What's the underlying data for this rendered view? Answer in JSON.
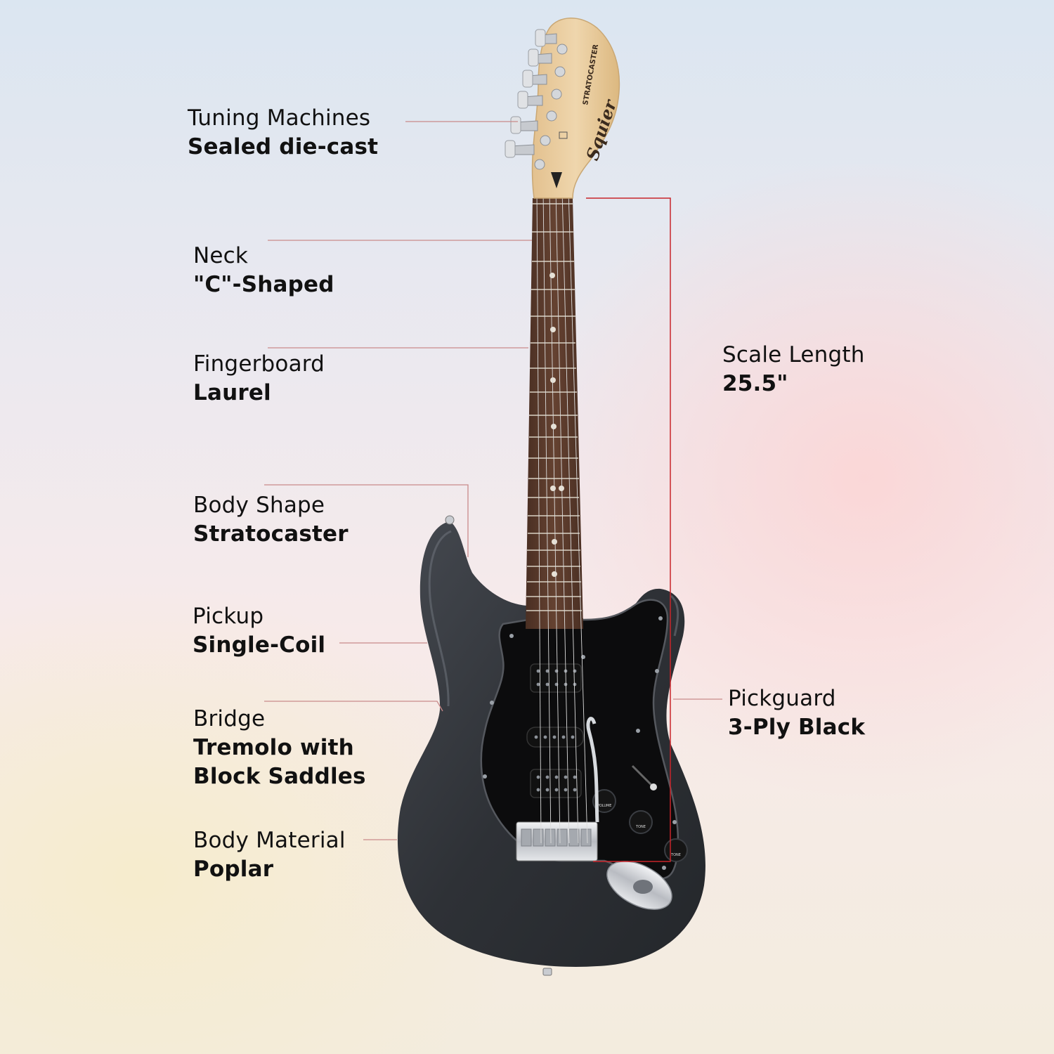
{
  "annotations": [
    {
      "id": "tuning-machines",
      "title": "Tuning Machines",
      "value": "Sealed die-cast"
    },
    {
      "id": "neck",
      "title": "Neck",
      "value": "\"C\"-Shaped"
    },
    {
      "id": "fingerboard",
      "title": "Fingerboard",
      "value": "Laurel"
    },
    {
      "id": "body-shape",
      "title": "Body Shape",
      "value": "Stratocaster"
    },
    {
      "id": "pickup",
      "title": "Pickup",
      "value": "Single-Coil"
    },
    {
      "id": "bridge",
      "title": "Bridge",
      "value_lines": [
        "Tremolo with",
        "Block Saddles"
      ]
    },
    {
      "id": "body-material",
      "title": "Body Material",
      "value": "Poplar"
    },
    {
      "id": "scale-length",
      "title": "Scale Length",
      "value": "25.5\""
    },
    {
      "id": "pickguard",
      "title": "Pickguard",
      "value": "3-Ply Black"
    }
  ],
  "guitar": {
    "headstock_logo": "Squier",
    "headstock_model": "STRATOCASTER",
    "knob_labels": [
      "VOLUME",
      "TONE",
      "TONE"
    ],
    "colors": {
      "body": "#2e3136",
      "pickguard": "#0c0c0d",
      "fingerboard": "#5a3a2b",
      "headstock": "#e8c99c",
      "chrome": "#c9ccd1",
      "leader_line": "#c98a8a",
      "scale_bracket": "#c8252a"
    }
  }
}
